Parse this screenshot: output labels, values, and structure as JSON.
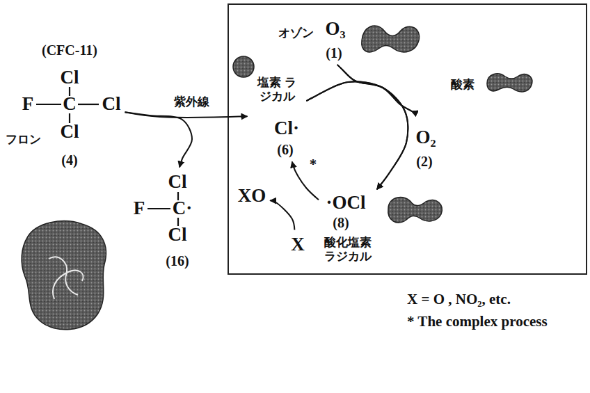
{
  "diagram": {
    "nodes": [
      {
        "text": [
          "(CFC-11)",
          "Cl",
          "F",
          "C",
          "Cl",
          "Cl",
          "(4)"
        ]
      },
      {
        "text": [
          "オゾン",
          "O₃",
          "(1)"
        ]
      },
      {
        "text": [
          "塩素 ラジカル",
          "Cl·",
          "(6)"
        ]
      },
      {
        "text": [
          "酸素",
          "O₂",
          "(2)"
        ]
      },
      {
        "text": [
          "·OCl",
          "(8)",
          "酸化塩素 ラジカル"
        ]
      },
      {
        "text": [
          "Cl",
          "F",
          "C·",
          "Cl",
          "(16)"
        ]
      },
      {
        "text": [
          "XO"
        ]
      },
      {
        "text": [
          "X"
        ]
      }
    ],
    "edges": [
      {
        "from": 0,
        "to": 2,
        "label": "紫外線",
        "arrow": "to"
      },
      {
        "from": 0,
        "to": 5,
        "arrow": "to"
      },
      {
        "from": 2,
        "to": 4,
        "arrow": "to"
      },
      {
        "from": 2,
        "to": 3,
        "arrow": "to"
      },
      {
        "from": 1,
        "to": 4,
        "arrow": "to"
      },
      {
        "from": 1,
        "to": 3,
        "arrow": "to"
      },
      {
        "from": 4,
        "to": 2,
        "label": "*",
        "arrow": "to"
      },
      {
        "from": 7,
        "to": 6,
        "arrow": "to"
      }
    ],
    "labels": [
      "フロン",
      "X = O , NO₂, etc.",
      "* The complex process"
    ]
  }
}
